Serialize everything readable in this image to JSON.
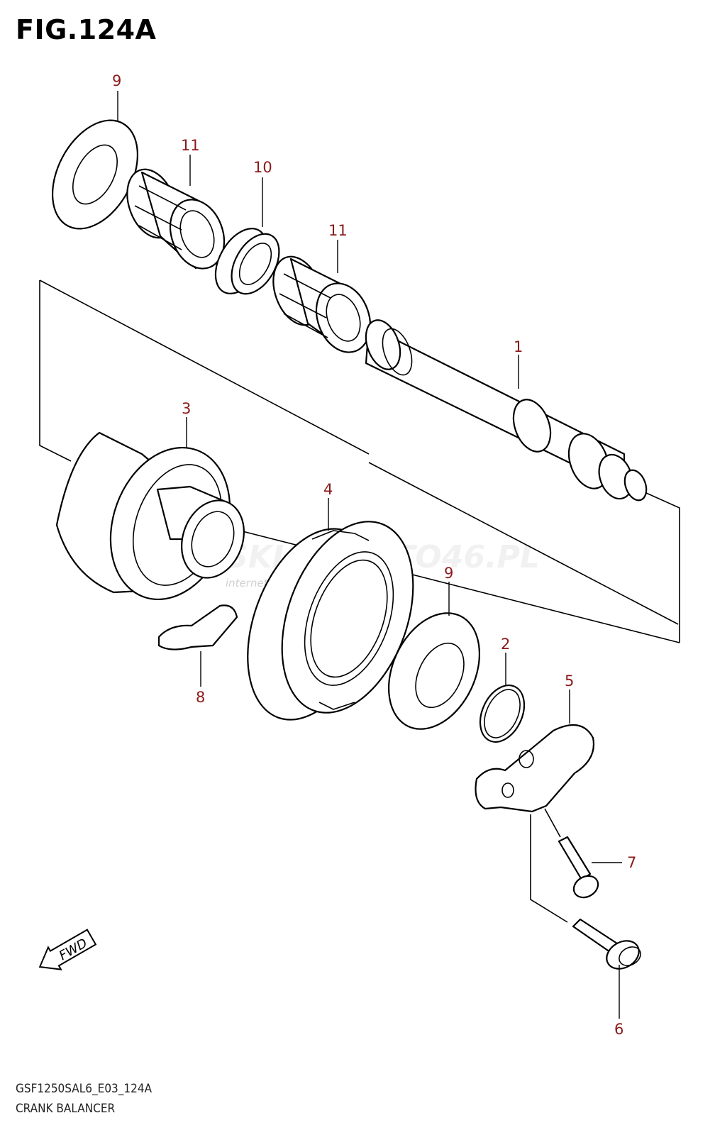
{
  "figure": {
    "title": "FIG.124A",
    "model_code": "GSF1250SAL6_E03_124A",
    "group_name": "CRANK BALANCER"
  },
  "watermark": {
    "main": "SKLEPMOTO46.PL",
    "sub": "internetowy sklep motocyklowy"
  },
  "fwd_label": "FWD",
  "callouts": [
    {
      "id": "c9a",
      "label": "9"
    },
    {
      "id": "c11a",
      "label": "11"
    },
    {
      "id": "c10",
      "label": "10"
    },
    {
      "id": "c11b",
      "label": "11"
    },
    {
      "id": "c1",
      "label": "1"
    },
    {
      "id": "c3",
      "label": "3"
    },
    {
      "id": "c4",
      "label": "4"
    },
    {
      "id": "c9b",
      "label": "9"
    },
    {
      "id": "c2",
      "label": "2"
    },
    {
      "id": "c5",
      "label": "5"
    },
    {
      "id": "c8",
      "label": "8"
    },
    {
      "id": "c7",
      "label": "7"
    },
    {
      "id": "c6",
      "label": "6"
    }
  ],
  "colors": {
    "callout": "#8b1a1a",
    "line": "#000000"
  }
}
